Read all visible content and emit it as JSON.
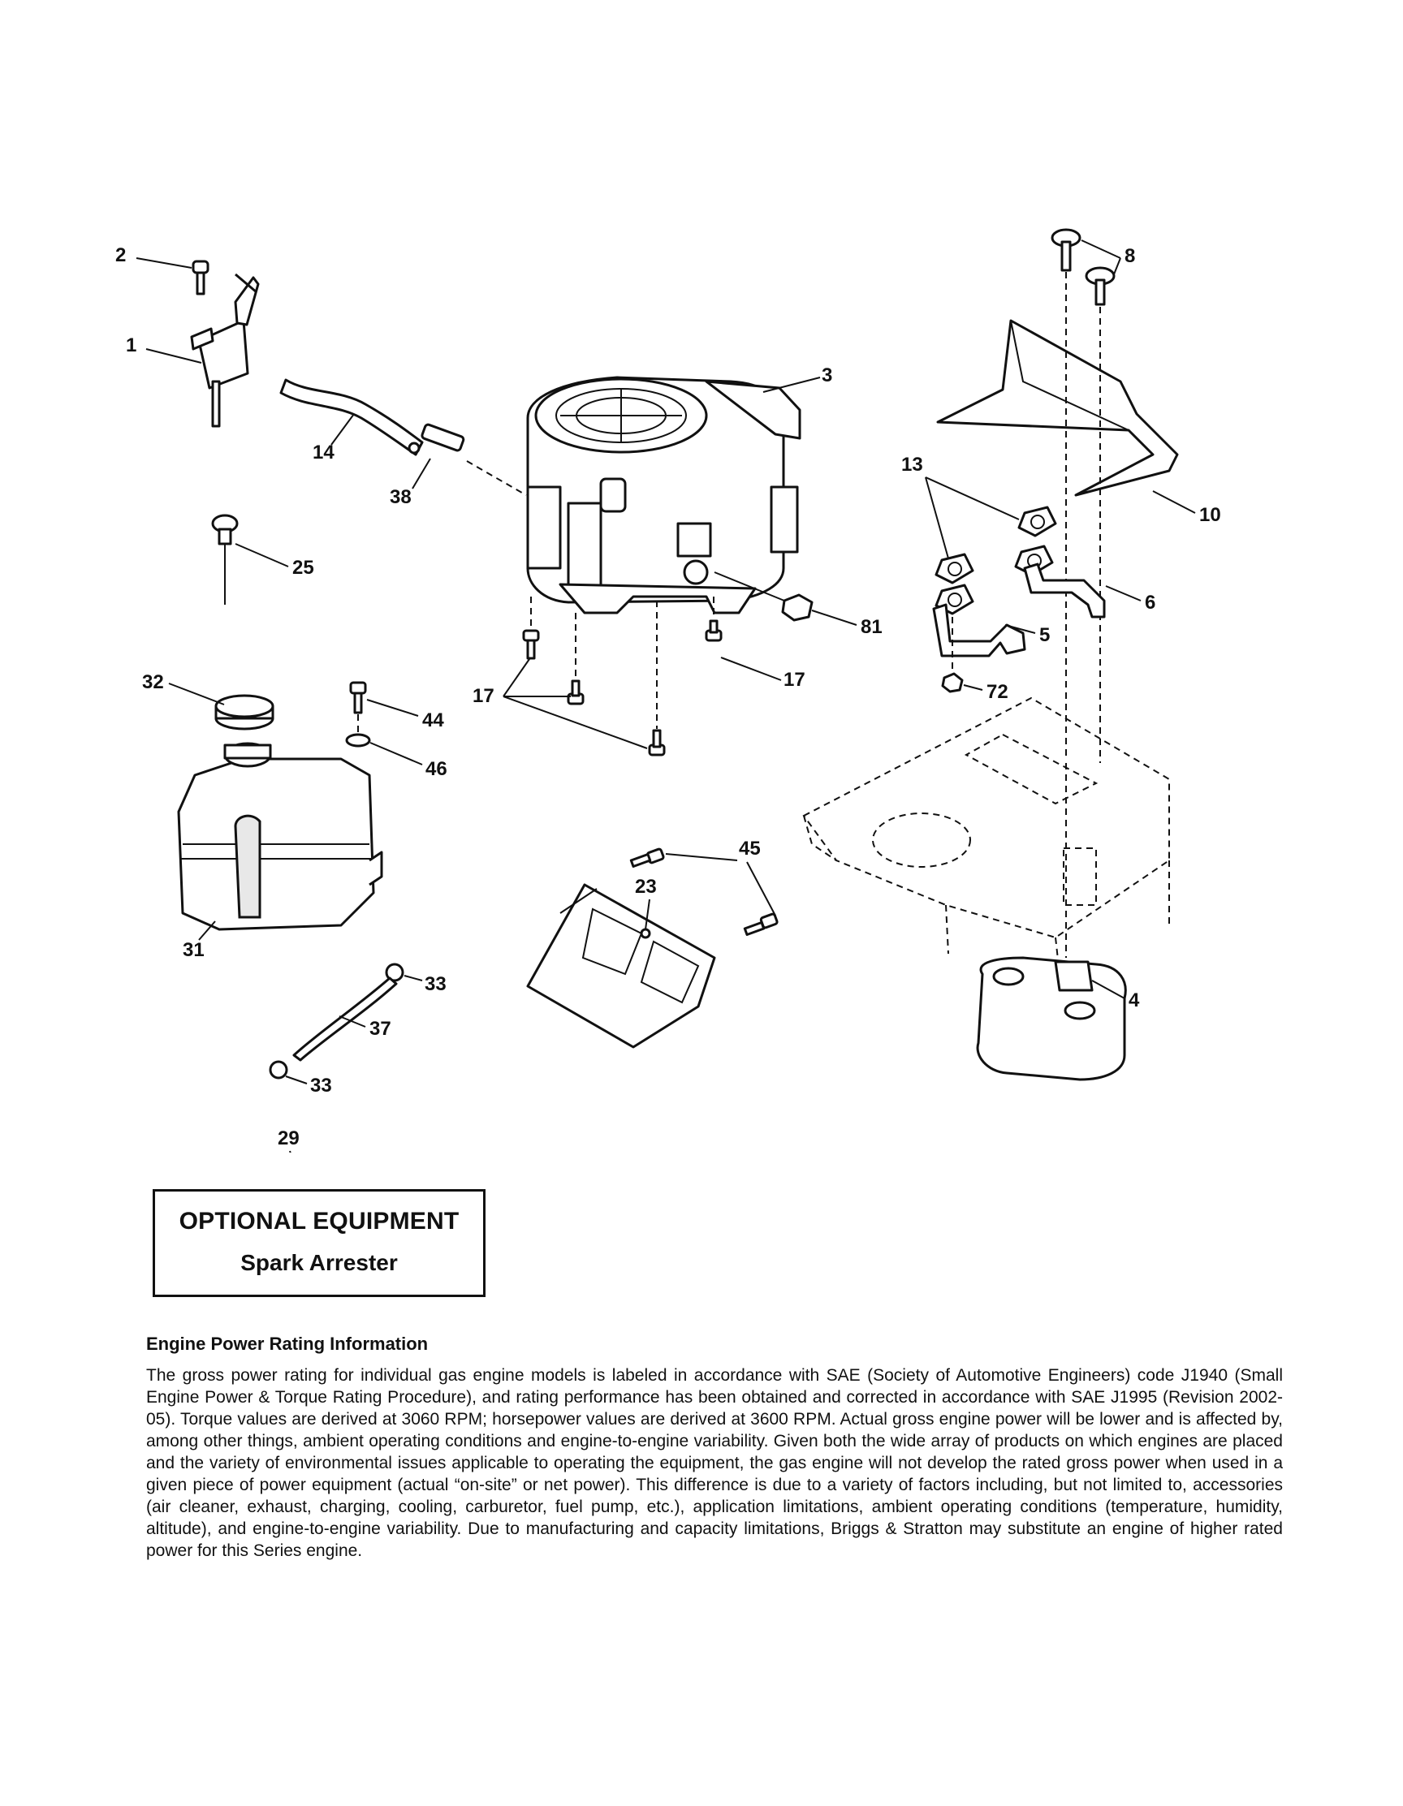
{
  "callouts": {
    "c1": "1",
    "c2": "2",
    "c3": "3",
    "c4": "4",
    "c5": "5",
    "c6": "6",
    "c8": "8",
    "c10": "10",
    "c13": "13",
    "c14": "14",
    "c17a": "17",
    "c17b": "17",
    "c23": "23",
    "c25": "25",
    "c29": "29",
    "c31": "31",
    "c32": "32",
    "c33a": "33",
    "c33b": "33",
    "c37": "37",
    "c38": "38",
    "c44": "44",
    "c45": "45",
    "c46": "46",
    "c72": "72",
    "c81": "81"
  },
  "optional_box": {
    "title": "OPTIONAL EQUIPMENT",
    "subtitle": "Spark Arrester"
  },
  "info": {
    "heading": "Engine Power Rating Information",
    "body": "The gross power rating for individual gas engine models is labeled in accordance with SAE (Society of Automotive Engineers) code J1940 (Small Engine Power & Torque Rating Procedure), and rating performance has been obtained and corrected in accordance with SAE J1995 (Revision 2002-05). Torque values are derived at 3060 RPM; horsepower values are derived at 3600 RPM. Actual gross engine power will be lower and is affected by, among other things, ambient operating conditions and engine-to-engine variability. Given both the wide array of products on which engines are placed and the variety of environmental issues applicable to operating the equipment, the gas engine will not develop the rated gross power when used in a given piece of power equipment (actual “on-site” or net power). This difference is due to a variety of factors including, but not limited to, accessories (air cleaner, exhaust, charging, cooling, carburetor, fuel pump, etc.), application limitations, ambient operating conditions (temperature, humidity, altitude), and engine-to-engine variability. Due to manufacturing and capacity limitations, Briggs & Stratton may substitute an engine of higher rated power for this Series engine."
  }
}
